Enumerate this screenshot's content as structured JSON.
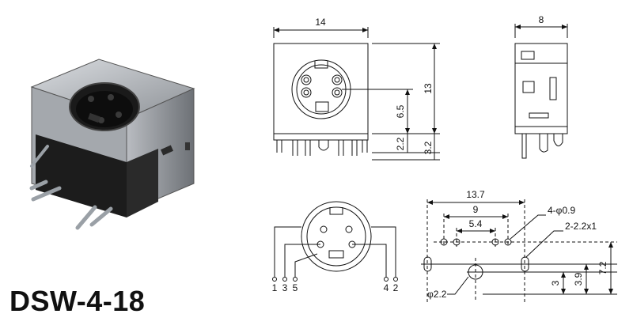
{
  "model_name": "DSW-4-18",
  "front_view": {
    "width": "14",
    "height": "13",
    "pin_height": "6.5",
    "pin_offset": "2.2",
    "leg_length": "3.2"
  },
  "side_view": {
    "depth": "8"
  },
  "pin_view": {
    "pins_left": [
      "1",
      "3",
      "5"
    ],
    "pins_right": [
      "4",
      "2"
    ]
  },
  "footprint": {
    "overall_width": "13.7",
    "pin_span": "9",
    "inner_span": "5.4",
    "hole_label": "4-φ0.9",
    "slot_label": "2-2.2x1",
    "center_hole": "φ2.2",
    "offset_3": "3",
    "offset_3_9": "3.9",
    "offset_7_2": "7.2"
  },
  "colors": {
    "line": "#111111",
    "housing": "#9a9ea4",
    "plastic": "#161616"
  }
}
